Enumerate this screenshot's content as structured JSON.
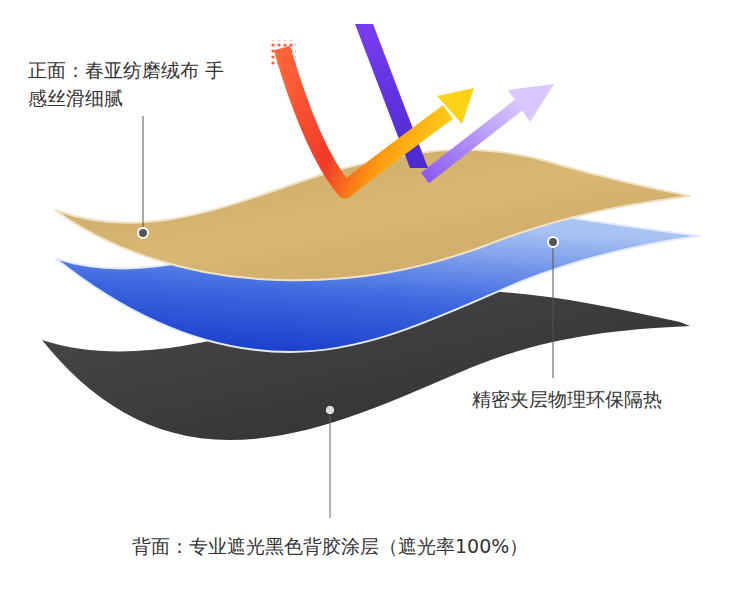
{
  "diagram": {
    "labels": [
      "正面：春亚纺磨绒布 手感丝滑细腻",
      "精密夹层物理环保隔热",
      "背面：专业遮光黑色背胶涂层（遮光率100%）"
    ]
  }
}
